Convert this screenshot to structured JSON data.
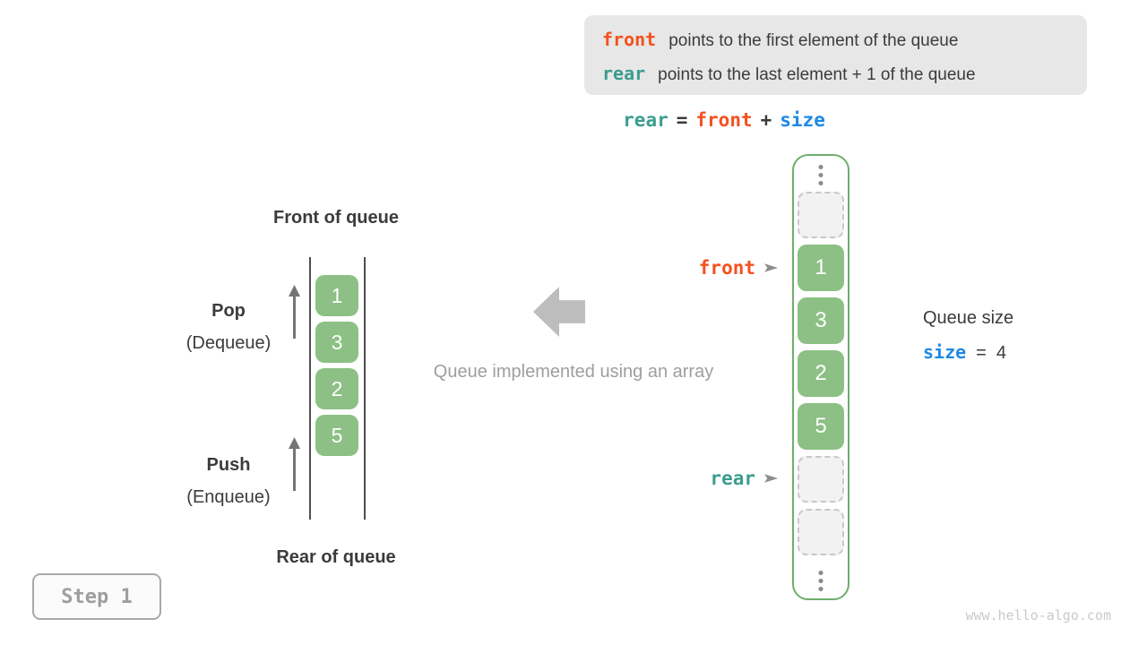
{
  "colors": {
    "front_orange": "#f4511e",
    "rear_teal": "#3a9d8f",
    "size_blue": "#1e88e5",
    "cell_green": "#8cc084",
    "container_border_green": "#6fae6a",
    "info_box_bg": "#e7e7e7"
  },
  "info_box": {
    "line1": {
      "keyword": "front",
      "text": "points to the first element of the queue"
    },
    "line2": {
      "keyword": "rear",
      "text": "points to the last element + 1 of the queue"
    }
  },
  "formula": {
    "rear": "rear",
    "eq": "=",
    "front": "front",
    "plus": "+",
    "size": "size"
  },
  "left_diagram": {
    "front_label": "Front of queue",
    "rear_label": "Rear of queue",
    "pop": {
      "title": "Pop",
      "subtitle": "(Dequeue)"
    },
    "push": {
      "title": "Push",
      "subtitle": "(Enqueue)"
    },
    "cells": [
      "1",
      "3",
      "2",
      "5"
    ]
  },
  "middle": {
    "caption": "Queue implemented using an array"
  },
  "right_diagram": {
    "front_pointer": "front",
    "rear_pointer": "rear",
    "values": [
      "1",
      "3",
      "2",
      "5"
    ]
  },
  "queue_size": {
    "label": "Queue size",
    "variable": "size",
    "eq": "=",
    "value": "4"
  },
  "step_badge": {
    "label": "Step 1"
  },
  "watermark": "www.hello-algo.com"
}
